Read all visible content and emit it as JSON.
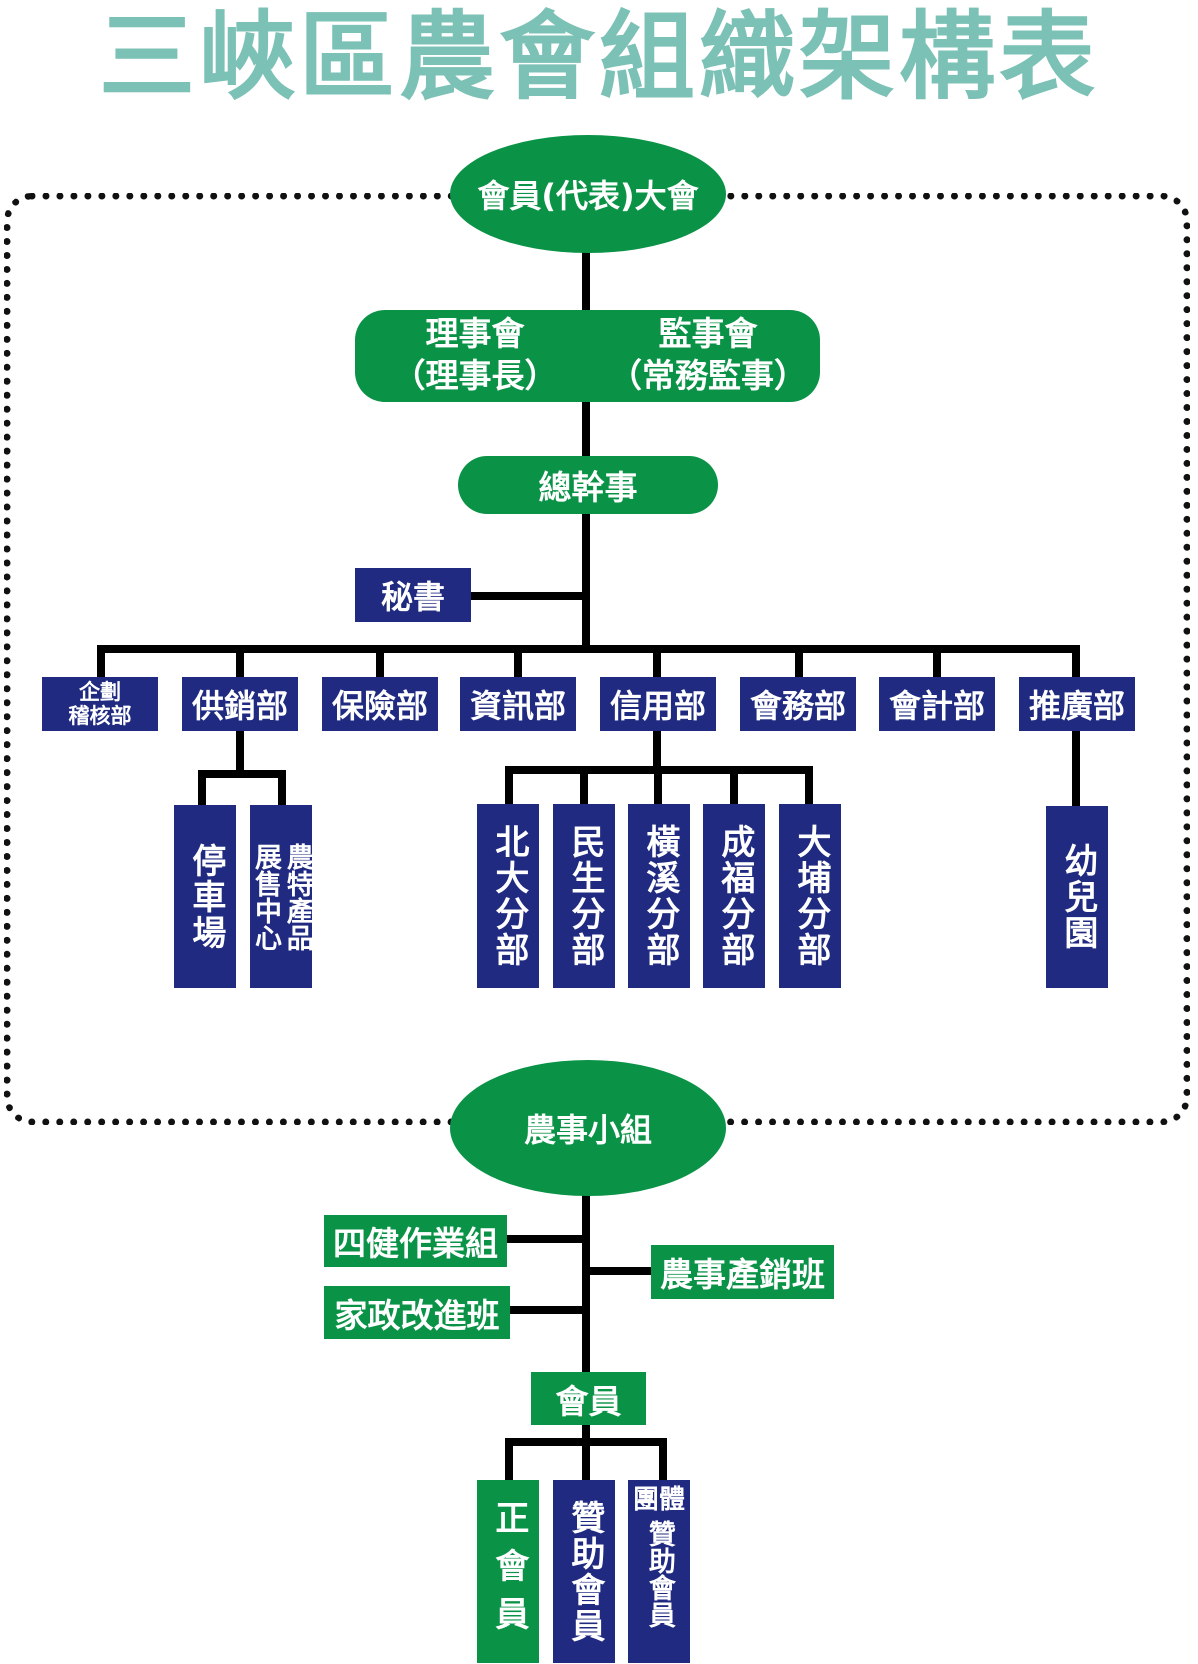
{
  "title": "三峽區農會組織架構表",
  "general_assembly": "會員(代表)大會",
  "board": {
    "left_line1": "理事會",
    "left_line2": "（理事長）",
    "right_line1": "監事會",
    "right_line2": "（常務監事）"
  },
  "general_manager": "總幹事",
  "secretary": "秘書",
  "departments": {
    "planning_line1": "企劃",
    "planning_line2": "稽核部",
    "supply": "供銷部",
    "insurance": "保險部",
    "info": "資訊部",
    "credit": "信用部",
    "affairs": "會務部",
    "accounting": "會計部",
    "extension": "推廣部"
  },
  "supply_units": {
    "parking": "停車場",
    "center_col1": "農特產品",
    "center_col2": "展售中心"
  },
  "credit_branches": [
    "北大分部",
    "民生分部",
    "橫溪分部",
    "成福分部",
    "大埔分部"
  ],
  "kindergarten": "幼兒園",
  "farm_group": "農事小組",
  "groups": {
    "four_h": "四健作業組",
    "home_econ": "家政改進班",
    "production": "農事產銷班"
  },
  "members": "會員",
  "member_types": {
    "regular": "正會員",
    "supporting": "贊助會員",
    "group_label": "團體",
    "group_supporting": "贊助會員"
  },
  "colors": {
    "title": "#7cc1b6",
    "green": "#0a9346",
    "blue": "#1f2a80"
  }
}
